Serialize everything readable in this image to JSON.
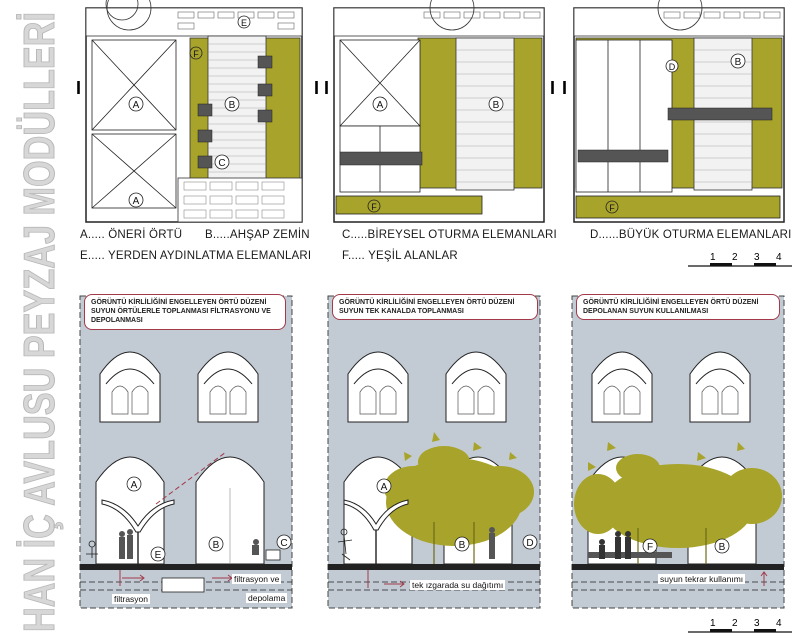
{
  "title_vertical": "HAN İÇ AVLUSU PEYZAJ MODÜLLERİ",
  "plan_section_mark": "I",
  "legend": {
    "a": "A..... ÖNERİ ÖRTÜ",
    "b": "B.....AHŞAP ZEMİN",
    "c": "C.....BİREYSEL OTURMA ELEMANLARI",
    "d": "D......BÜYÜK OTURMA ELEMANLARI",
    "e": "E..... YERDEN AYDINLATMA ELEMANLARI",
    "f": "F..... YEŞİL ALANLAR"
  },
  "markers": {
    "A": "A",
    "B": "B",
    "C": "C",
    "D": "D",
    "E": "E",
    "F": "F"
  },
  "scale": [
    "1",
    "2",
    "3",
    "4"
  ],
  "sections": [
    {
      "callout": "GÖRÜNTÜ KİRLİLİĞİNİ ENGELLEYEN ÖRTÜ DÜZENİ SUYUN ÖRTÜLERLE TOPLANMASI FİLTRASYONU VE DEPOLANMASI",
      "labels": [
        "filtrasyon ve",
        "filtrasyon",
        "depolama"
      ]
    },
    {
      "callout": "GÖRÜNTÜ KİRLİLİĞİNİ ENGELLEYEN ÖRTÜ DÜZENİ SUYUN TEK KANALDA TOPLANMASI",
      "labels": [
        "tek ızgarada su dağıtımı"
      ]
    },
    {
      "callout": "GÖRÜNTÜ KİRLİLİĞİNİ ENGELLEYEN ÖRTÜ DÜZENİ DEPOLANAN SUYUN KULLANILMASI",
      "labels": [
        "suyun tekrar kullanımı"
      ]
    }
  ],
  "colors": {
    "green": "#a8a32a",
    "sky": "#c2cbd4",
    "wall": "#ffffff",
    "accent": "#a23a4a",
    "ink": "#222222"
  }
}
